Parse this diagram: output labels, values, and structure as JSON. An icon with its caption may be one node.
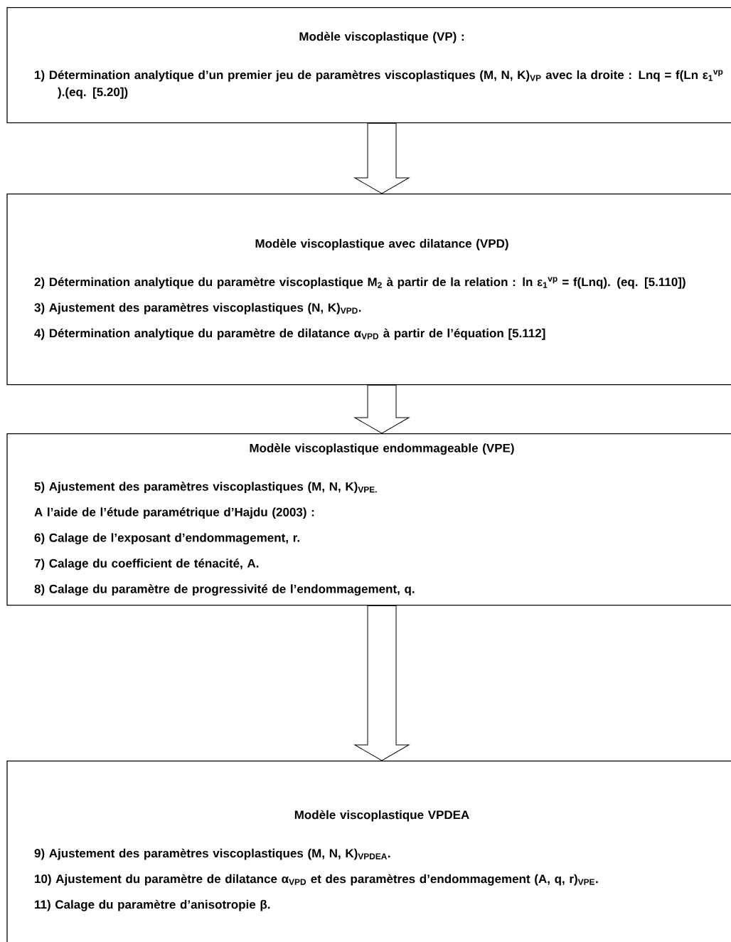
{
  "diagram": {
    "nodes": [
      {
        "text": [
          "Modèle viscoplastique (VP) :",
          "1) Détermination analytique d’un premier jeu de paramètres viscoplastiques (M, N, K)$_{VP}$ avec la droite : Lnq = f(Ln ε$_{1}$$^{vp}$ ).(eq. [5.20])"
        ]
      },
      {
        "text": [
          "Modèle viscoplastique avec dilatance (VPD)",
          "2) Détermination analytique du paramètre viscoplastique M$_{2}$ à partir de la relation : ln ε$_{1}$$^{vp}$ = f(Lnq). (eq. [5.110])",
          "3) Ajustement des paramètres viscoplastiques (N, K)$_{VPD}$.",
          "4) Détermination analytique du paramètre de dilatance α$_{VPD}$ à partir de l’équation [5.112]"
        ]
      },
      {
        "text": [
          "Modèle viscoplastique endommageable (VPE)",
          "5) Ajustement des paramètres viscoplastiques (M, N, K)$_{VPE.}$",
          "A l’aide de l’étude paramétrique d’Hajdu (2003) :",
          "6) Calage de l’exposant d’endommagement, r.",
          "7) Calage du coefficient de ténacité, A.",
          "8) Calage du paramètre de progressivité de l’endommagement, q."
        ]
      },
      {
        "text": [
          "Modèle viscoplastique VPDEA",
          "9) Ajustement des paramètres viscoplastiques (M, N, K)$_{VPDEA}$.",
          "10) Ajustement du paramètre de dilatance α$_{VPD}$ et des paramètres d’endommagement (A, q, r)$_{VPE}$.",
          "11) Calage du paramètre d’anisotropie β."
        ]
      }
    ],
    "edges": [
      {
        "from": 0,
        "to": 1,
        "arrow": "to"
      },
      {
        "from": 1,
        "to": 2,
        "arrow": "to"
      },
      {
        "from": 2,
        "to": 3,
        "arrow": "to"
      }
    ]
  }
}
